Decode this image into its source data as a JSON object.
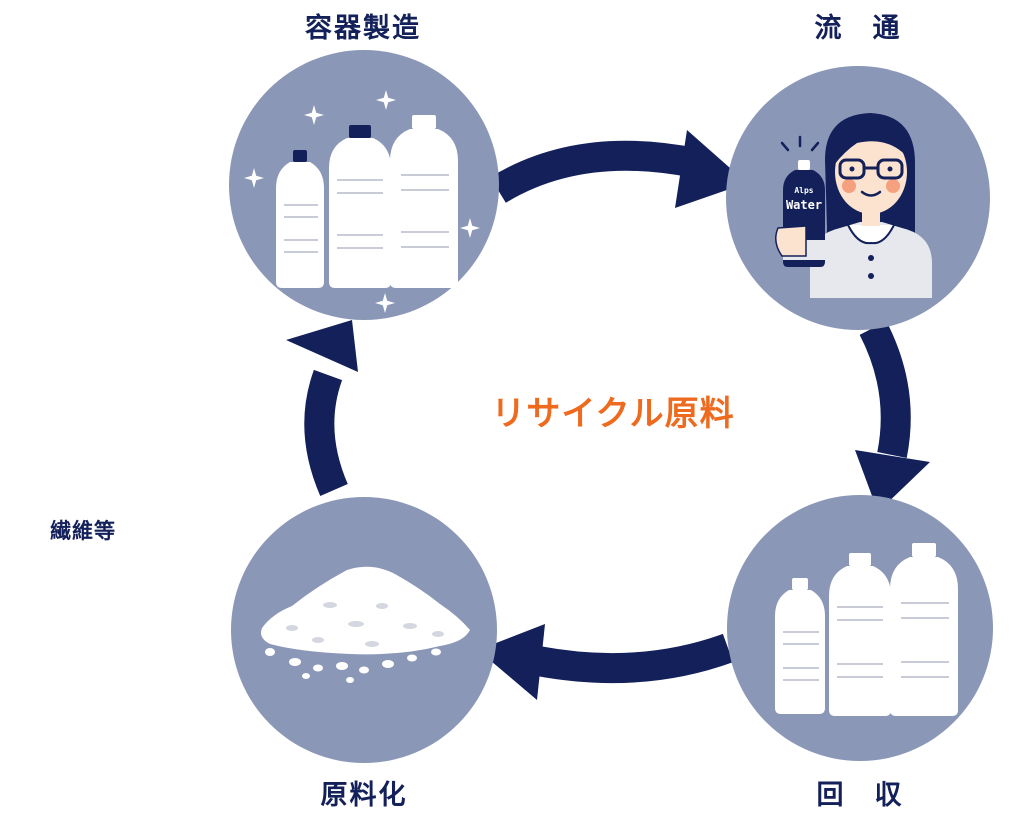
{
  "colors": {
    "navy": "#13205a",
    "circle": "#8a97b7",
    "accent": "#ee6a1e",
    "white": "#ffffff",
    "bottle_line": "#c9ccd6"
  },
  "center": {
    "label": "リサイクル原料"
  },
  "side": {
    "label": "繊維等"
  },
  "stages": [
    {
      "id": "manufacturing",
      "label": "容器製造",
      "icon": "sparkling-bottles-icon"
    },
    {
      "id": "distribution",
      "label": "流　通",
      "icon": "woman-holding-bottle-icon"
    },
    {
      "id": "collection",
      "label": "回　収",
      "icon": "used-bottles-icon"
    },
    {
      "id": "raw-material",
      "label": "原料化",
      "icon": "recycled-flakes-icon"
    }
  ],
  "bottle_label": {
    "line1": "Alps",
    "line2": "Water"
  }
}
